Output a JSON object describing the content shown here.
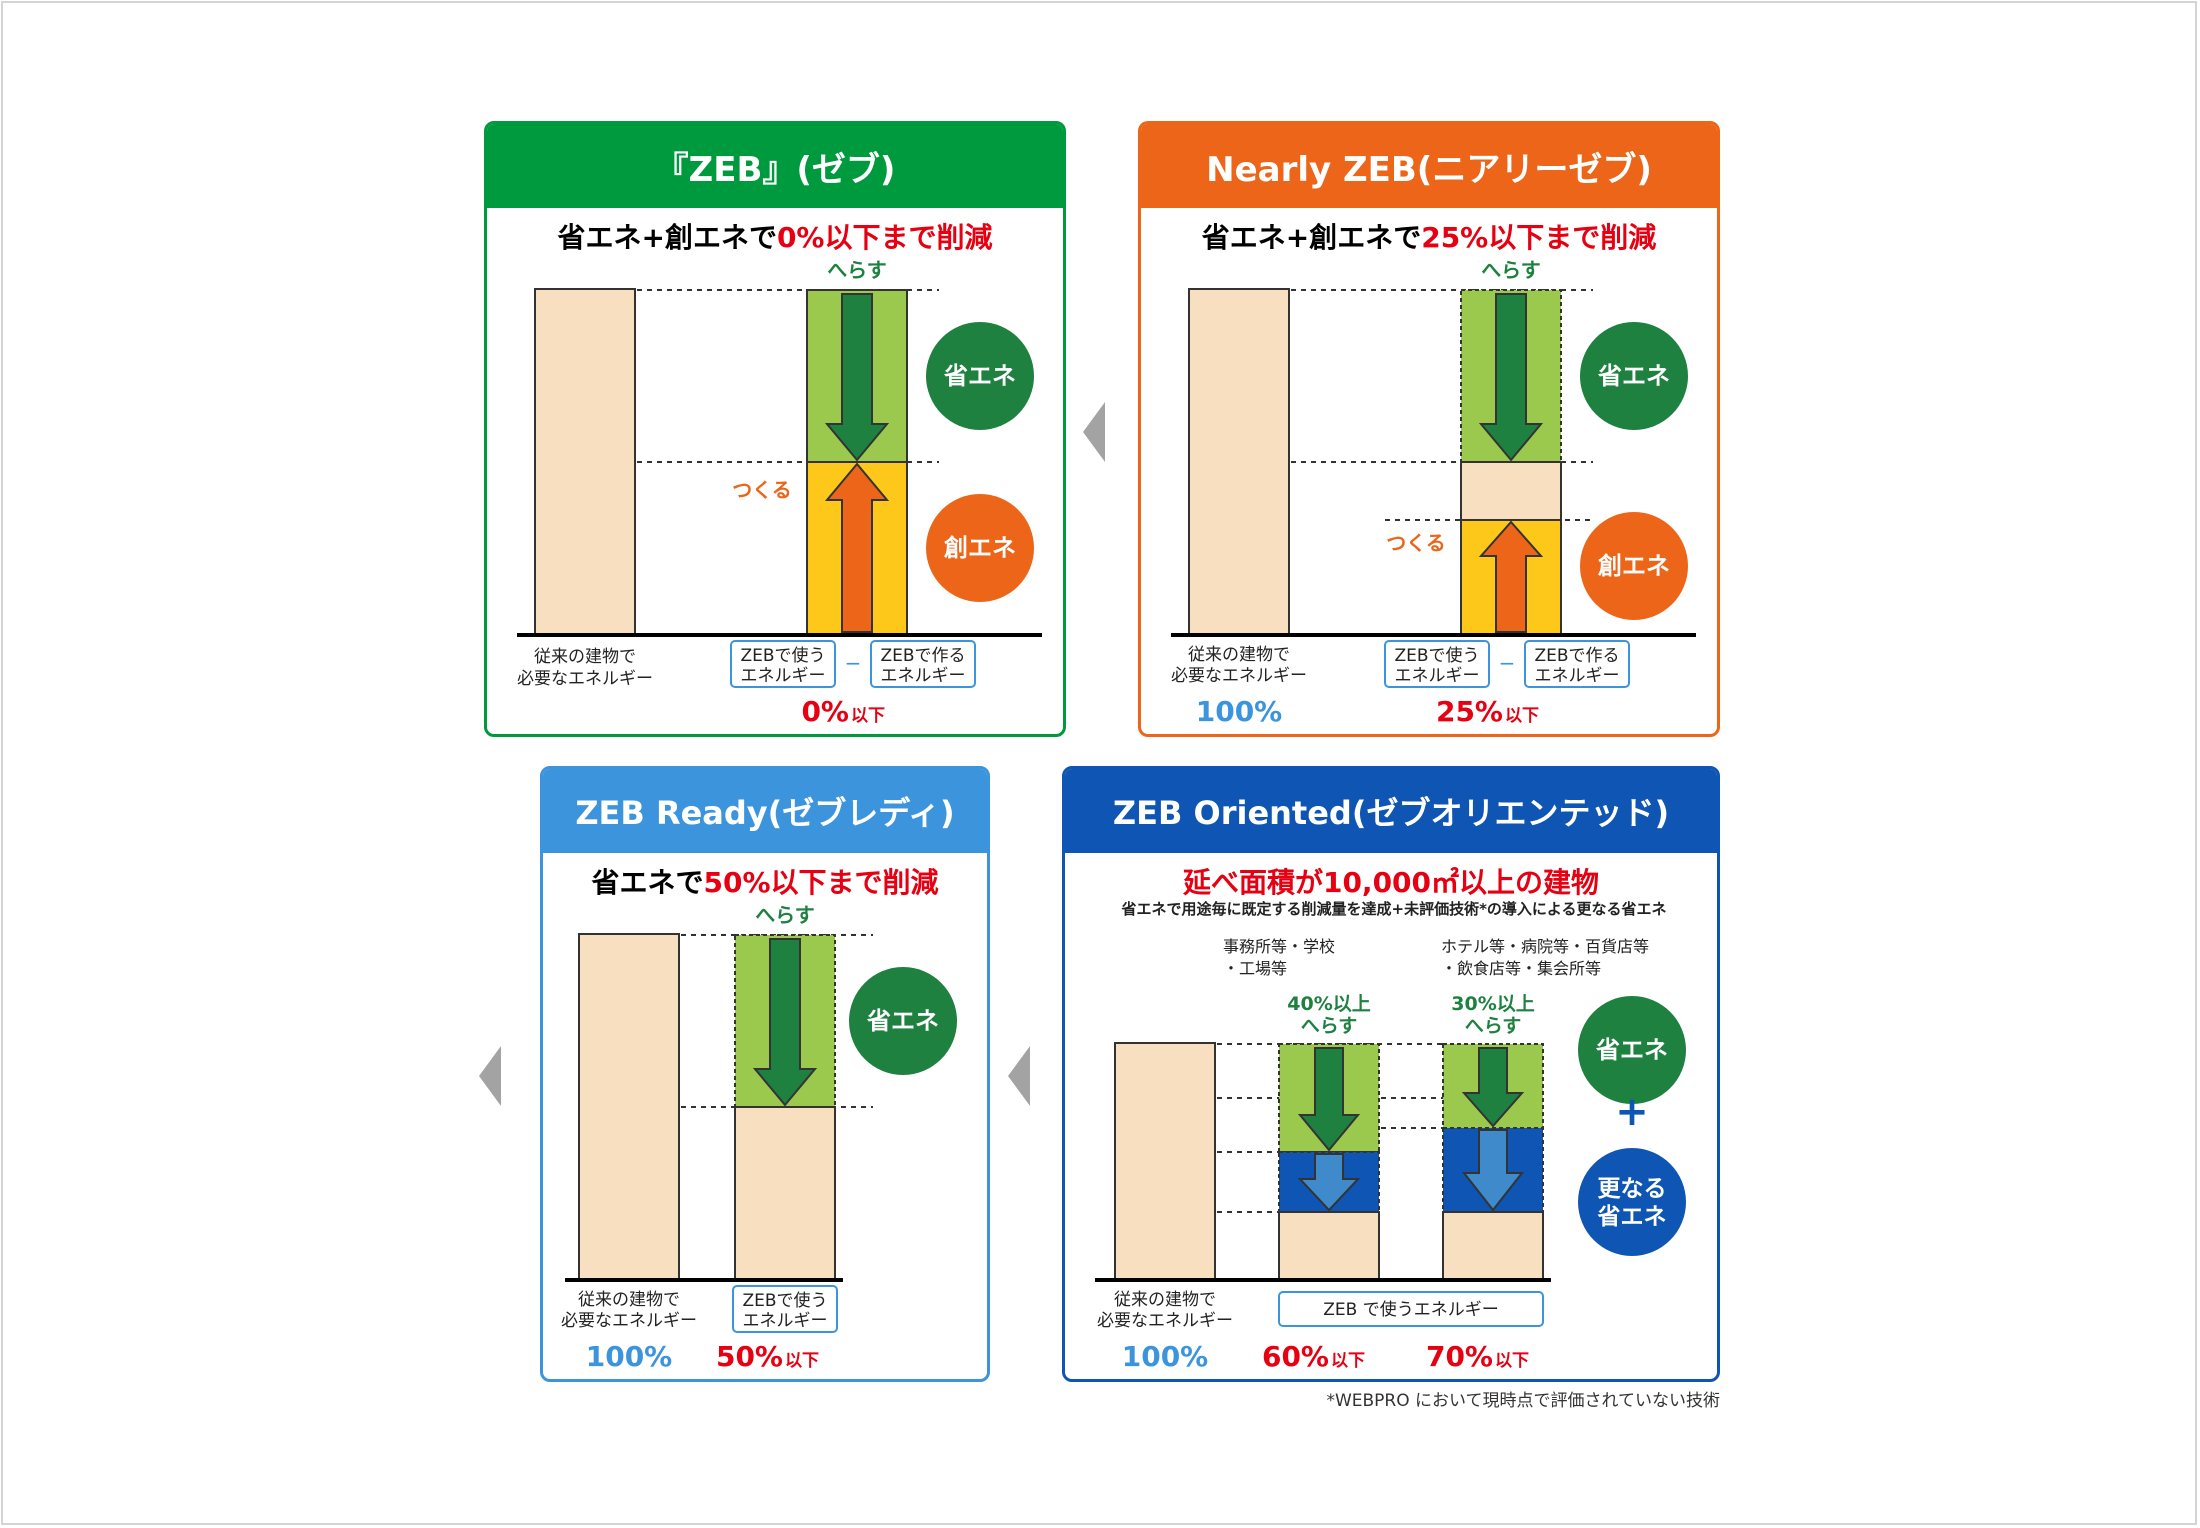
{
  "panels": {
    "zeb": {
      "title": "『ZEB』(ゼブ)",
      "subtitle_prefix": "省エネ+創エネで",
      "subtitle_highlight": "0%以下まで削減",
      "color": "#009a3e",
      "baseline_label": [
        "従来の建物で",
        "必要なエネルギー"
      ],
      "reduce_label": "へらす",
      "create_label": "つくる",
      "save_badge": "省エネ",
      "create_badge": "創エネ",
      "use_box": [
        "ZEBで使う",
        "エネルギー"
      ],
      "make_box": [
        "ZEBで作る",
        "エネルギー"
      ],
      "minus": "−",
      "result_value": "0%",
      "result_suffix": "以下"
    },
    "nearly": {
      "title": "Nearly ZEB(ニアリーゼブ)",
      "subtitle_prefix": "省エネ+創エネで",
      "subtitle_highlight": "25%以下まで削減",
      "color": "#ec6519",
      "baseline_label": [
        "従来の建物で",
        "必要なエネルギー"
      ],
      "baseline_value": "100%",
      "reduce_label": "へらす",
      "create_label": "つくる",
      "save_badge": "省エネ",
      "create_badge": "創エネ",
      "use_box": [
        "ZEBで使う",
        "エネルギー"
      ],
      "make_box": [
        "ZEBで作る",
        "エネルギー"
      ],
      "minus": "−",
      "result_value": "25%",
      "result_suffix": "以下"
    },
    "ready": {
      "title": "ZEB Ready(ゼブレディ)",
      "subtitle_prefix": "省エネで",
      "subtitle_highlight": "50%以下まで削減",
      "color": "#3c95dc",
      "baseline_label": [
        "従来の建物で",
        "必要なエネルギー"
      ],
      "baseline_value": "100%",
      "reduce_label": "へらす",
      "save_badge": "省エネ",
      "use_box": [
        "ZEBで使う",
        "エネルギー"
      ],
      "result_value": "50%",
      "result_suffix": "以下"
    },
    "oriented": {
      "title": "ZEB Oriented(ゼブオリエンテッド)",
      "subtitle_highlight": "延べ面積が10,000㎡以上の建物",
      "note": "省エネで用途毎に既定する削減量を達成+未評価技術*の導入による更なる省エネ",
      "color": "#0e55b4",
      "group1_label": [
        "事務所等・学校",
        "・工場等"
      ],
      "group2_label": [
        "ホテル等・病院等・百貨店等",
        "・飲食店等・集会所等"
      ],
      "group1_reduce": [
        "40%以上",
        "へらす"
      ],
      "group2_reduce": [
        "30%以上",
        "へらす"
      ],
      "save_badge": "省エネ",
      "plus": "+",
      "extra_badge": [
        "更なる",
        "省エネ"
      ],
      "baseline_label": [
        "従来の建物で",
        "必要なエネルギー"
      ],
      "baseline_value": "100%",
      "use_box": "ZEB で使うエネルギー",
      "result1_value": "60%",
      "result2_value": "70%",
      "result_suffix": "以下"
    }
  },
  "footnote": "*WEBPRO において現時点で評価されていない技術",
  "colors": {
    "beige": "#f8dfc0",
    "light_green": "#9bc94e",
    "dark_green": "#1e8140",
    "yellow": "#fdc81a",
    "orange": "#ec6519",
    "blue_fill": "#0e55b4",
    "mid_blue": "#3f8acb",
    "red": "#e60012",
    "badge_blue": "#3c95dc",
    "orange_text": "#ec6519",
    "green_text": "#1e8140"
  }
}
